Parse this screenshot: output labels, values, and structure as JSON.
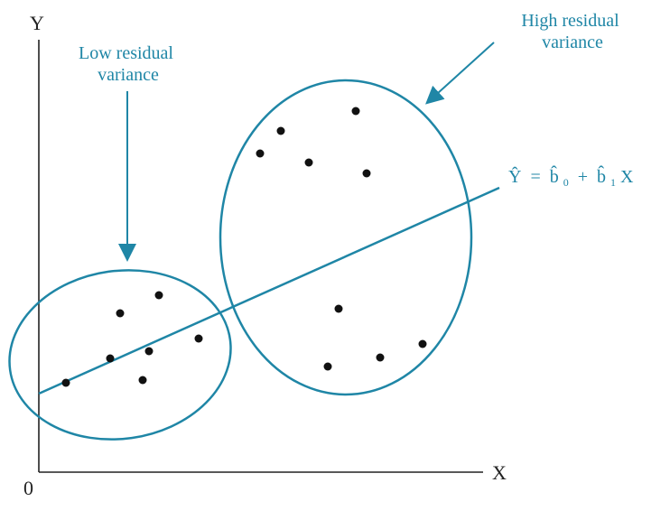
{
  "axes": {
    "y_label": "Y",
    "x_label": "X",
    "origin_label": "0"
  },
  "annotations": {
    "low": {
      "line1": "Low residual",
      "line2": "variance"
    },
    "high": {
      "line1": "High residual",
      "line2": "variance"
    }
  },
  "equation": {
    "lhs": "Ŷ",
    "equals": " = ",
    "b0": "b̂",
    "b0_sub": "0",
    "plus": " + ",
    "b1": "b̂",
    "b1_sub": "1",
    "x": "X"
  },
  "colors": {
    "accent": "#1f86a6",
    "axis": "#222222",
    "point": "#111111"
  }
}
